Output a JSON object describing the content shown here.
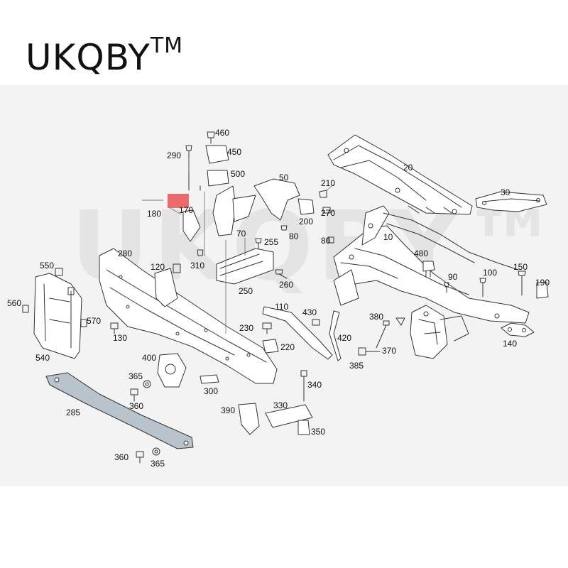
{
  "brand": {
    "name": "UKQBY",
    "trademark": "TM"
  },
  "watermark": "UKQBY™",
  "colors": {
    "background": "#f3f3f3",
    "line": "#333333",
    "highlight": "#e96b6b",
    "crossmember": "#b9c3cc"
  },
  "callouts": [
    "460",
    "450",
    "290",
    "500",
    "50",
    "210",
    "20",
    "30",
    "170",
    "180",
    "270",
    "200",
    "70",
    "80",
    "255",
    "80",
    "10",
    "280",
    "480",
    "150",
    "90",
    "100",
    "190",
    "550",
    "120",
    "310",
    "250",
    "260",
    "560",
    "570",
    "110",
    "430",
    "380",
    "130",
    "230",
    "420",
    "220",
    "370",
    "540",
    "140",
    "400",
    "385",
    "365",
    "340",
    "360",
    "300",
    "390",
    "330",
    "285",
    "350",
    "360",
    "365"
  ]
}
